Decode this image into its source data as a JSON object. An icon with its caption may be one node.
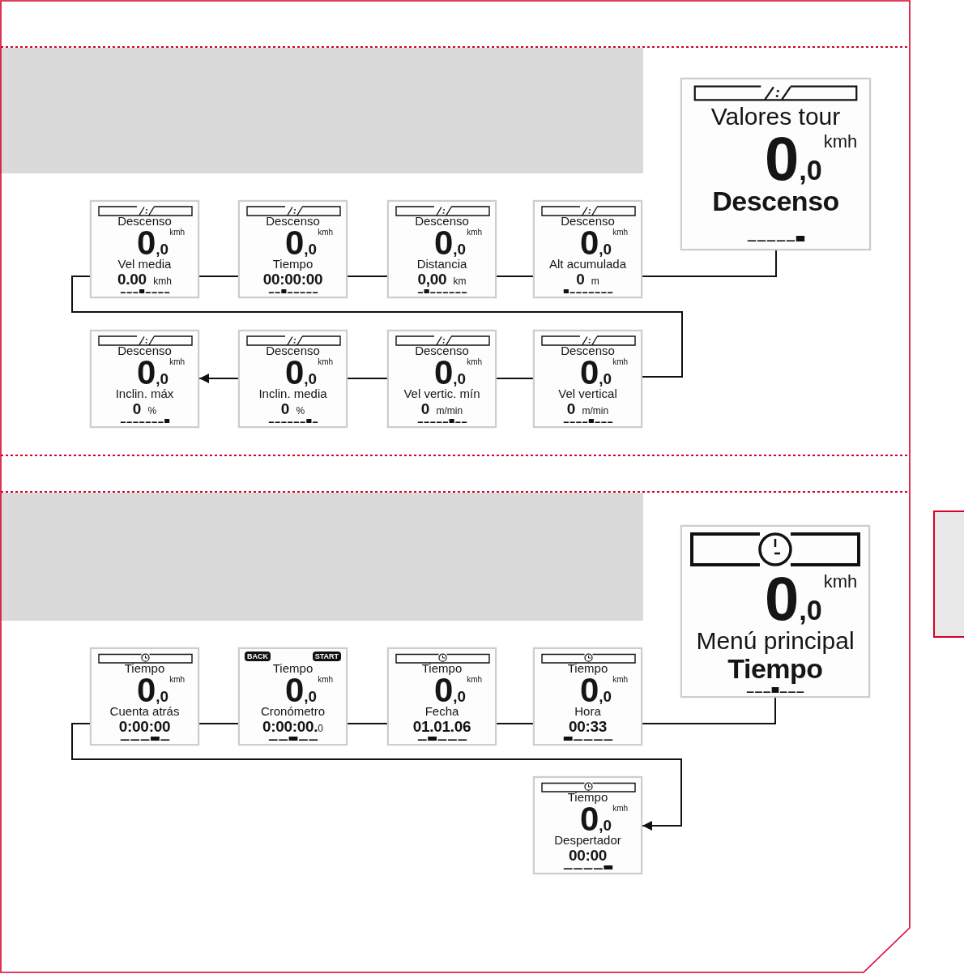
{
  "diagram": {
    "nodes": [
      {
        "text": [
          "Valores tour",
          "0$_{,0}$",
          "kmh",
          "Descenso"
        ]
      },
      {
        "text": [
          "Descenso",
          "0$_{,0}$",
          "kmh",
          "Vel media",
          "**0.00** kmh"
        ]
      },
      {
        "text": [
          "Descenso",
          "0$_{,0}$",
          "kmh",
          "Tiempo",
          "00:00:00"
        ]
      },
      {
        "text": [
          "Descenso",
          "0$_{,0}$",
          "kmh",
          "Distancia",
          "**0,00** km"
        ]
      },
      {
        "text": [
          "Descenso",
          "0$_{,0}$",
          "kmh",
          "Alt acumulada",
          "**0** m"
        ]
      },
      {
        "text": [
          "Descenso",
          "0$_{,0}$",
          "kmh",
          "Inclin. máx",
          "**0** %"
        ]
      },
      {
        "text": [
          "Descenso",
          "0$_{,0}$",
          "kmh",
          "Inclin. media",
          "**0** %"
        ]
      },
      {
        "text": [
          "Descenso",
          "0$_{,0}$",
          "kmh",
          "Vel vertic. mín",
          "**0** m/min"
        ]
      },
      {
        "text": [
          "Descenso",
          "0$_{,0}$",
          "kmh",
          "Vel vertical",
          "**0** m/min"
        ]
      },
      {
        "text": [
          "0$_{,0}$",
          "kmh",
          "Menú principal",
          "Tiempo"
        ]
      },
      {
        "text": [
          "Tiempo",
          "0$_{,0}$",
          "kmh",
          "Cuenta atrás",
          "0:00:00"
        ]
      },
      {
        "text": [
          "BACK",
          "START",
          "Tiempo",
          "0$_{,0}$",
          "kmh",
          "Cronómetro",
          "**0:00:00.**0"
        ]
      },
      {
        "text": [
          "Tiempo",
          "0$_{,0}$",
          "kmh",
          "Fecha",
          "01.01.06"
        ]
      },
      {
        "text": [
          "Tiempo",
          "0$_{,0}$",
          "kmh",
          "Hora",
          "00:33"
        ]
      },
      {
        "text": [
          "Tiempo",
          "0$_{,0}$",
          "kmh",
          "Despertador",
          "00:00"
        ]
      }
    ],
    "edges": [
      {
        "from": 0,
        "to": 4,
        "arrow": "none"
      },
      {
        "from": 4,
        "to": 3,
        "arrow": "none"
      },
      {
        "from": 3,
        "to": 2,
        "arrow": "none"
      },
      {
        "from": 2,
        "to": 1,
        "arrow": "none"
      },
      {
        "from": 1,
        "to": 8,
        "arrow": "none"
      },
      {
        "from": 8,
        "to": 7,
        "arrow": "none"
      },
      {
        "from": 7,
        "to": 6,
        "arrow": "none"
      },
      {
        "from": 6,
        "to": 5,
        "arrow": "to"
      },
      {
        "from": 9,
        "to": 13,
        "arrow": "none"
      },
      {
        "from": 13,
        "to": 12,
        "arrow": "none"
      },
      {
        "from": 12,
        "to": 11,
        "arrow": "none"
      },
      {
        "from": 11,
        "to": 10,
        "arrow": "none"
      },
      {
        "from": 10,
        "to": 14,
        "arrow": "to"
      }
    ]
  }
}
